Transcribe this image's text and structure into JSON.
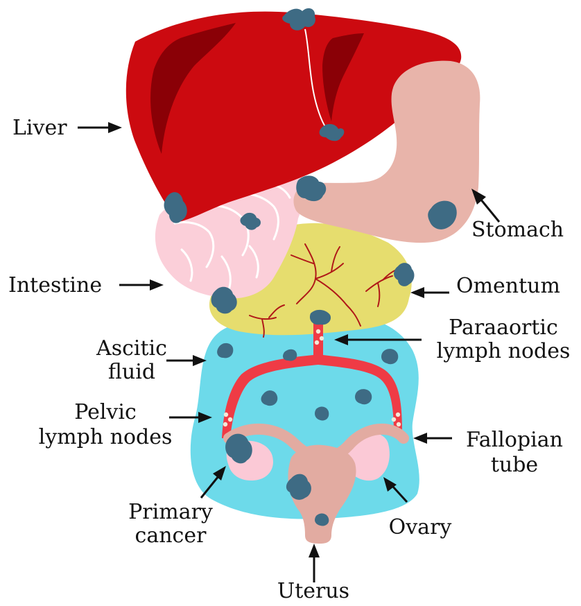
{
  "labels": {
    "liver": "Liver",
    "stomach": "Stomach",
    "intestine": "Intestine",
    "omentum": "Omentum",
    "paraaortic_1": "Paraaortic",
    "paraaortic_2": "lymph nodes",
    "ascitic_1": "Ascitic",
    "ascitic_2": "fluid",
    "pelvic_1": "Pelvic",
    "pelvic_2": "lymph nodes",
    "fallopian_1": "Fallopian",
    "fallopian_2": "tube",
    "primary_1": "Primary",
    "primary_2": "cancer",
    "ovary": "Ovary",
    "uterus": "Uterus"
  },
  "colors": {
    "liver": "#cc0a10",
    "liver_dark": "#8a0006",
    "stomach": "#e8b4aa",
    "intestine": "#fbcfd9",
    "intestine_line": "#ffffff",
    "omentum": "#e6dd6e",
    "omentum_vessels": "#b01818",
    "ascites": "#6ddaea",
    "lymph_vessels": "#ef3b45",
    "tumor": "#3e6b84",
    "uterus": "#e2aba1",
    "ovary": "#fbc9d6",
    "text": "#111111"
  }
}
